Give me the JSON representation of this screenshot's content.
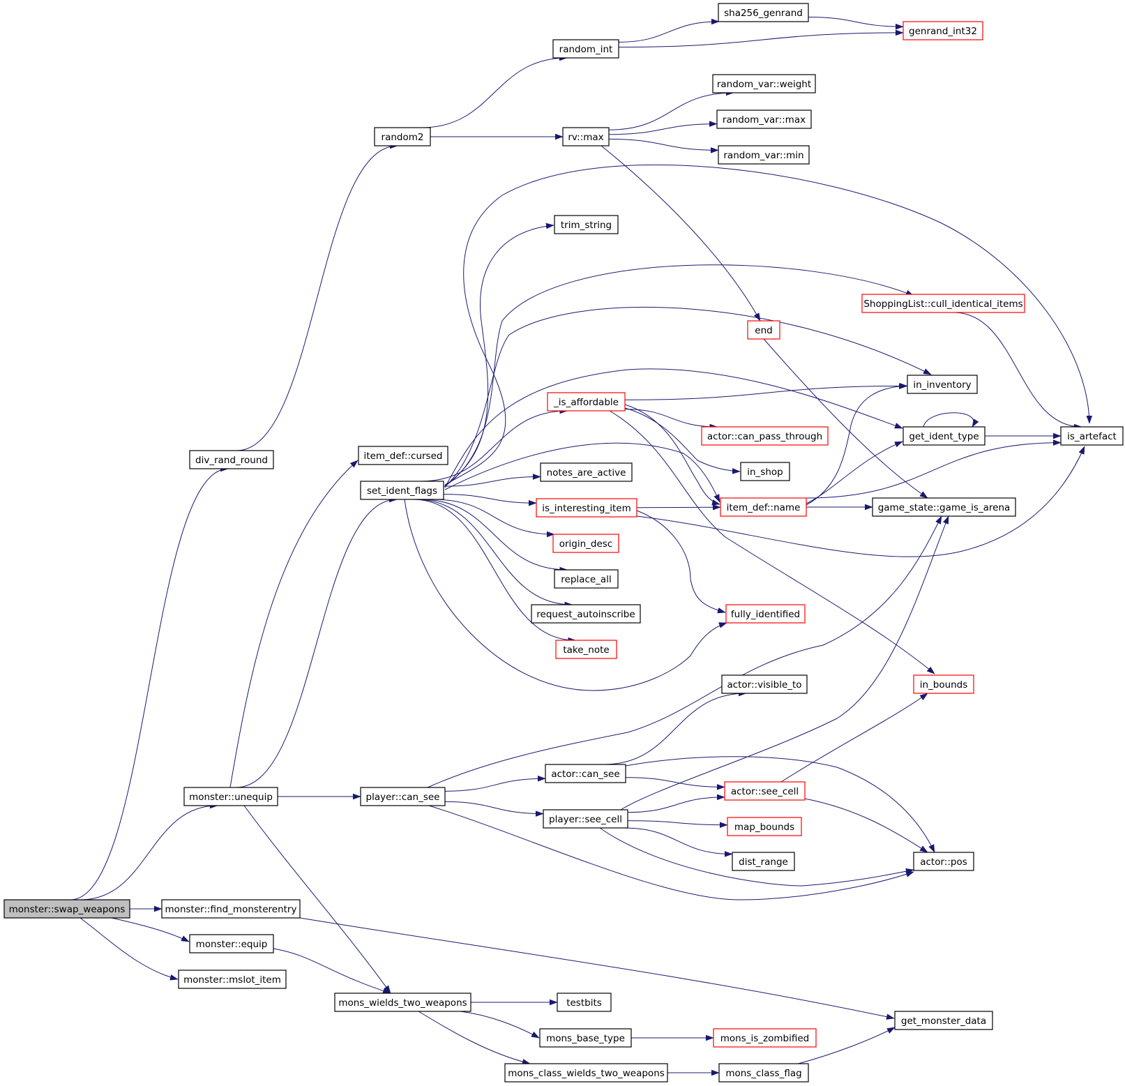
{
  "colors": {
    "edge": "#191970",
    "normal_border": "#000000",
    "red_border": "#ff0000",
    "root_fill": "#bfbfbf",
    "node_fill": "#ffffff"
  },
  "nodes": [
    {
      "id": "swap_weapons",
      "label": "monster::swap_weapons",
      "style": "root"
    },
    {
      "id": "div_rand_round",
      "label": "div_rand_round",
      "style": "normal"
    },
    {
      "id": "unequip",
      "label": "monster::unequip",
      "style": "normal"
    },
    {
      "id": "find_monsterentry",
      "label": "monster::find_monsterentry",
      "style": "normal"
    },
    {
      "id": "equip",
      "label": "monster::equip",
      "style": "normal"
    },
    {
      "id": "mslot_item",
      "label": "monster::mslot_item",
      "style": "normal"
    },
    {
      "id": "random2",
      "label": "random2",
      "style": "normal"
    },
    {
      "id": "cursed",
      "label": "item_def::cursed",
      "style": "normal"
    },
    {
      "id": "set_ident_flags",
      "label": "set_ident_flags",
      "style": "normal"
    },
    {
      "id": "player_can_see",
      "label": "player::can_see",
      "style": "normal"
    },
    {
      "id": "mons_wields_two_weapons",
      "label": "mons_wields_two_weapons",
      "style": "normal"
    },
    {
      "id": "random_int",
      "label": "random_int",
      "style": "normal"
    },
    {
      "id": "rv_max",
      "label": "rv::max",
      "style": "normal"
    },
    {
      "id": "trim_string",
      "label": "trim_string",
      "style": "normal"
    },
    {
      "id": "is_affordable",
      "label": "_is_affordable",
      "style": "red"
    },
    {
      "id": "notes_are_active",
      "label": "notes_are_active",
      "style": "normal"
    },
    {
      "id": "is_interesting_item",
      "label": "is_interesting_item",
      "style": "red"
    },
    {
      "id": "origin_desc",
      "label": "origin_desc",
      "style": "red"
    },
    {
      "id": "replace_all",
      "label": "replace_all",
      "style": "normal"
    },
    {
      "id": "request_autoinscribe",
      "label": "request_autoinscribe",
      "style": "normal"
    },
    {
      "id": "take_note",
      "label": "take_note",
      "style": "red"
    },
    {
      "id": "actor_can_see",
      "label": "actor::can_see",
      "style": "normal"
    },
    {
      "id": "player_see_cell",
      "label": "player::see_cell",
      "style": "normal"
    },
    {
      "id": "testbits",
      "label": "testbits",
      "style": "normal"
    },
    {
      "id": "mons_base_type",
      "label": "mons_base_type",
      "style": "normal"
    },
    {
      "id": "mons_class_wields_two_weapons",
      "label": "mons_class_wields_two_weapons",
      "style": "normal"
    },
    {
      "id": "sha256_genrand",
      "label": "sha256_genrand",
      "style": "normal"
    },
    {
      "id": "genrand_int32",
      "label": "genrand_int32",
      "style": "red"
    },
    {
      "id": "rv_weight",
      "label": "random_var::weight",
      "style": "normal"
    },
    {
      "id": "rv_maxv",
      "label": "random_var::max",
      "style": "normal"
    },
    {
      "id": "rv_min",
      "label": "random_var::min",
      "style": "normal"
    },
    {
      "id": "end",
      "label": "end",
      "style": "red"
    },
    {
      "id": "actor_can_pass_through",
      "label": "actor::can_pass_through",
      "style": "red"
    },
    {
      "id": "in_shop",
      "label": "in_shop",
      "style": "normal"
    },
    {
      "id": "item_def_name",
      "label": "item_def::name",
      "style": "red"
    },
    {
      "id": "fully_identified",
      "label": "fully_identified",
      "style": "red"
    },
    {
      "id": "actor_visible_to",
      "label": "actor::visible_to",
      "style": "normal"
    },
    {
      "id": "actor_see_cell",
      "label": "actor::see_cell",
      "style": "red"
    },
    {
      "id": "map_bounds",
      "label": "map_bounds",
      "style": "red"
    },
    {
      "id": "dist_range",
      "label": "dist_range",
      "style": "normal"
    },
    {
      "id": "mons_is_zombified",
      "label": "mons_is_zombified",
      "style": "red"
    },
    {
      "id": "mons_class_flag",
      "label": "mons_class_flag",
      "style": "normal"
    },
    {
      "id": "cull_identical_items",
      "label": "ShoppingList::cull_identical_items",
      "style": "red"
    },
    {
      "id": "in_inventory",
      "label": "in_inventory",
      "style": "normal"
    },
    {
      "id": "get_ident_type",
      "label": "get_ident_type",
      "style": "normal"
    },
    {
      "id": "game_is_arena",
      "label": "game_state::game_is_arena",
      "style": "normal"
    },
    {
      "id": "in_bounds",
      "label": "in_bounds",
      "style": "red"
    },
    {
      "id": "actor_pos",
      "label": "actor::pos",
      "style": "normal"
    },
    {
      "id": "get_monster_data",
      "label": "get_monster_data",
      "style": "normal"
    },
    {
      "id": "is_artefact",
      "label": "is_artefact",
      "style": "normal"
    }
  ],
  "edges": [
    [
      "swap_weapons",
      "div_rand_round"
    ],
    [
      "swap_weapons",
      "unequip"
    ],
    [
      "swap_weapons",
      "find_monsterentry"
    ],
    [
      "swap_weapons",
      "equip"
    ],
    [
      "swap_weapons",
      "mslot_item"
    ],
    [
      "div_rand_round",
      "random2"
    ],
    [
      "unequip",
      "cursed"
    ],
    [
      "unequip",
      "set_ident_flags"
    ],
    [
      "unequip",
      "player_can_see"
    ],
    [
      "unequip",
      "mons_wields_two_weapons"
    ],
    [
      "find_monsterentry",
      "get_monster_data"
    ],
    [
      "equip",
      "mons_wields_two_weapons"
    ],
    [
      "random2",
      "random_int"
    ],
    [
      "random2",
      "rv_max"
    ],
    [
      "random_int",
      "sha256_genrand"
    ],
    [
      "random_int",
      "genrand_int32"
    ],
    [
      "sha256_genrand",
      "genrand_int32"
    ],
    [
      "rv_max",
      "rv_weight"
    ],
    [
      "rv_max",
      "rv_maxv"
    ],
    [
      "rv_max",
      "rv_min"
    ],
    [
      "rv_max",
      "end"
    ],
    [
      "set_ident_flags",
      "is_artefact"
    ],
    [
      "set_ident_flags",
      "trim_string"
    ],
    [
      "set_ident_flags",
      "cull_identical_items"
    ],
    [
      "set_ident_flags",
      "in_inventory"
    ],
    [
      "set_ident_flags",
      "get_ident_type"
    ],
    [
      "set_ident_flags",
      "is_affordable"
    ],
    [
      "set_ident_flags",
      "item_def_name"
    ],
    [
      "set_ident_flags",
      "notes_are_active"
    ],
    [
      "set_ident_flags",
      "is_interesting_item"
    ],
    [
      "set_ident_flags",
      "origin_desc"
    ],
    [
      "set_ident_flags",
      "replace_all"
    ],
    [
      "set_ident_flags",
      "request_autoinscribe"
    ],
    [
      "set_ident_flags",
      "take_note"
    ],
    [
      "set_ident_flags",
      "fully_identified"
    ],
    [
      "is_affordable",
      "in_inventory"
    ],
    [
      "is_affordable",
      "actor_can_pass_through"
    ],
    [
      "is_affordable",
      "in_shop"
    ],
    [
      "is_affordable",
      "item_def_name"
    ],
    [
      "is_affordable",
      "in_bounds"
    ],
    [
      "is_interesting_item",
      "item_def_name"
    ],
    [
      "is_interesting_item",
      "fully_identified"
    ],
    [
      "is_interesting_item",
      "is_artefact"
    ],
    [
      "item_def_name",
      "in_inventory"
    ],
    [
      "item_def_name",
      "get_ident_type"
    ],
    [
      "item_def_name",
      "game_is_arena"
    ],
    [
      "item_def_name",
      "is_artefact"
    ],
    [
      "get_ident_type",
      "get_ident_type"
    ],
    [
      "get_ident_type",
      "is_artefact"
    ],
    [
      "cull_identical_items",
      "is_artefact"
    ],
    [
      "end",
      "game_is_arena"
    ],
    [
      "player_can_see",
      "game_is_arena"
    ],
    [
      "player_can_see",
      "actor_can_see"
    ],
    [
      "player_can_see",
      "player_see_cell"
    ],
    [
      "player_can_see",
      "actor_pos"
    ],
    [
      "actor_can_see",
      "actor_visible_to"
    ],
    [
      "actor_can_see",
      "actor_see_cell"
    ],
    [
      "actor_can_see",
      "actor_pos"
    ],
    [
      "player_see_cell",
      "game_is_arena"
    ],
    [
      "player_see_cell",
      "actor_see_cell"
    ],
    [
      "player_see_cell",
      "map_bounds"
    ],
    [
      "player_see_cell",
      "dist_range"
    ],
    [
      "player_see_cell",
      "actor_pos"
    ],
    [
      "actor_see_cell",
      "in_bounds"
    ],
    [
      "actor_see_cell",
      "actor_pos"
    ],
    [
      "mons_wields_two_weapons",
      "testbits"
    ],
    [
      "mons_wields_two_weapons",
      "mons_base_type"
    ],
    [
      "mons_wields_two_weapons",
      "mons_class_wields_two_weapons"
    ],
    [
      "mons_base_type",
      "mons_is_zombified"
    ],
    [
      "mons_class_wields_two_weapons",
      "mons_class_flag"
    ],
    [
      "mons_class_flag",
      "get_monster_data"
    ]
  ]
}
